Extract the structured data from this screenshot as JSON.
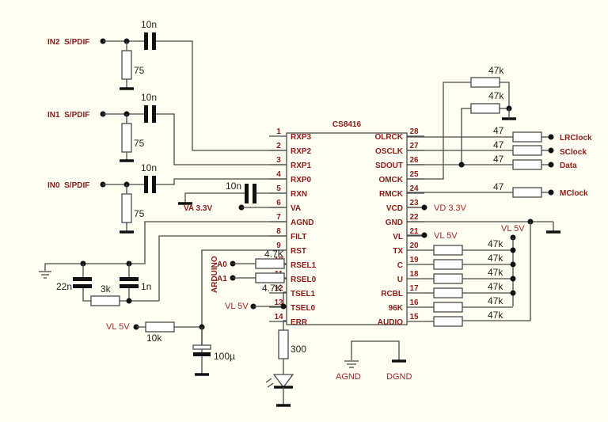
{
  "chip": {
    "name": "CS8416",
    "left_pins": [
      {
        "num": "1",
        "label": "RXP3"
      },
      {
        "num": "2",
        "label": "RXP2"
      },
      {
        "num": "3",
        "label": "RXP1"
      },
      {
        "num": "4",
        "label": "RXP0"
      },
      {
        "num": "5",
        "label": "RXN"
      },
      {
        "num": "6",
        "label": "VA"
      },
      {
        "num": "7",
        "label": "AGND"
      },
      {
        "num": "8",
        "label": "FILT"
      },
      {
        "num": "9",
        "label": "RST"
      },
      {
        "num": "10",
        "label": "RSEL1"
      },
      {
        "num": "11",
        "label": "RSEL0"
      },
      {
        "num": "12",
        "label": "TSEL1"
      },
      {
        "num": "13",
        "label": "TSEL0"
      },
      {
        "num": "14",
        "label": "ERR"
      }
    ],
    "right_pins": [
      {
        "num": "28",
        "label": "OLRCK"
      },
      {
        "num": "27",
        "label": "OSCLK"
      },
      {
        "num": "26",
        "label": "SDOUT"
      },
      {
        "num": "25",
        "label": "OMCK"
      },
      {
        "num": "24",
        "label": "RMCK"
      },
      {
        "num": "23",
        "label": "VCD"
      },
      {
        "num": "22",
        "label": "GND"
      },
      {
        "num": "21",
        "label": "VL"
      },
      {
        "num": "20",
        "label": "TX"
      },
      {
        "num": "19",
        "label": "C"
      },
      {
        "num": "18",
        "label": "U"
      },
      {
        "num": "17",
        "label": "RCBL"
      },
      {
        "num": "16",
        "label": "96K"
      },
      {
        "num": "15",
        "label": "AUDIO"
      }
    ]
  },
  "inputs": [
    {
      "label": "IN2  S/PDIF",
      "cap": "10n",
      "res": "75"
    },
    {
      "label": "IN1  S/PDIF",
      "cap": "10n",
      "res": "75"
    },
    {
      "label": "IN0  S/PDIF",
      "cap": "10n",
      "res": "75"
    }
  ],
  "rxn_cap": "10n",
  "va_supply": "VA 3.3V",
  "filter": {
    "c1": "22n",
    "r": "3k",
    "c2": "1n"
  },
  "reset": {
    "supply": "VL 5V",
    "res": "10k",
    "cap": "100µ"
  },
  "arduino": {
    "label": "ARDUINO",
    "a0": "A0",
    "a1": "A1",
    "r1": "4.7K",
    "r2": "4.7K"
  },
  "tsel_supply": "VL 5V",
  "err": {
    "res": "300"
  },
  "grounds": {
    "agnd": "AGND",
    "dgnd": "DGND"
  },
  "outputs": [
    {
      "res": "47",
      "label": "LRClock"
    },
    {
      "res": "47",
      "label": "SClock"
    },
    {
      "res": "47",
      "label": "Data"
    },
    {
      "res": "47",
      "label": "MClock"
    }
  ],
  "pulldowns": [
    "47k",
    "47k"
  ],
  "vcd_supply": "VD 3.3V",
  "vl_supply": "VL 5V",
  "mode_pullups": {
    "supply": "VL 5V",
    "values": [
      "47k",
      "47k",
      "47k",
      "47k",
      "47k",
      "47k"
    ]
  }
}
